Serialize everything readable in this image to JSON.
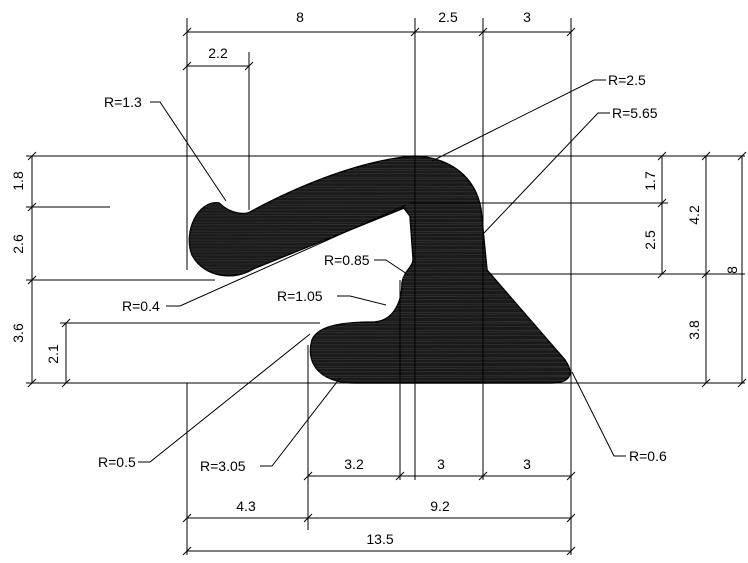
{
  "drawing": {
    "top_dims": [
      "8",
      "2.2",
      "2.5",
      "3"
    ],
    "left_dims": [
      "1.8",
      "2.6",
      "3.6",
      "2.1"
    ],
    "right_dims": [
      "1.7",
      "4.2",
      "2.5",
      "8",
      "3.8"
    ],
    "bottom_dims": [
      "3.2",
      "3",
      "3",
      "4.3",
      "9.2",
      "13.5"
    ],
    "radii": [
      "R=1.3",
      "R=2.5",
      "R=5.65",
      "R=0.85",
      "R=0.4",
      "R=1.05",
      "R=0.5",
      "R=3.05",
      "R=0.6"
    ]
  }
}
